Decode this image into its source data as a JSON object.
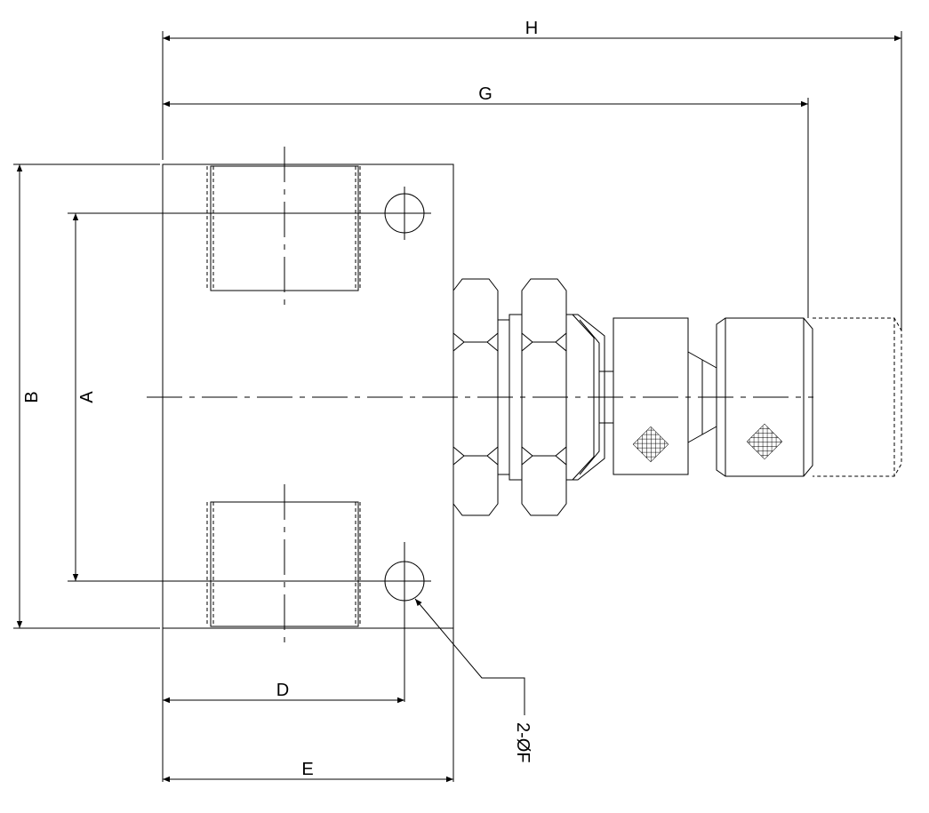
{
  "labels": {
    "A": "A",
    "B": "B",
    "D": "D",
    "E": "E",
    "G": "G",
    "H": "H",
    "F": "2-ØF"
  }
}
